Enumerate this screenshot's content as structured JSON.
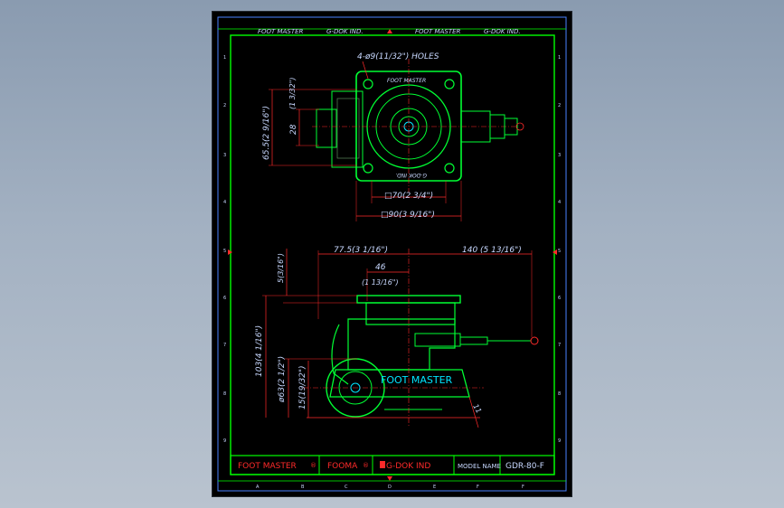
{
  "header": {
    "top_labels": [
      "FOOT MASTER",
      "G-DOK IND.",
      "FOOT MASTER",
      "G-DOK IND."
    ]
  },
  "zone_letters": [
    "A",
    "B",
    "C",
    "D",
    "E",
    "F"
  ],
  "zone_numbers": [
    "1",
    "2",
    "3",
    "4",
    "5",
    "6",
    "7",
    "8",
    "9"
  ],
  "top_view": {
    "holes_label": "4-ø9(11/32\") HOLES",
    "plate_top_text": "FOOT MASTER",
    "plate_bottom_text": "G-DOK IND.",
    "dim_height_total": "65.5(2 9/16\")",
    "dim_height_inner": "28",
    "dim_height_inner_in": "(1 3/32\")",
    "dim_square_inner": "□70(2 3/4\")",
    "dim_square_outer": "□90(3 9/16\")"
  },
  "side_view": {
    "dim_left_width": "77.5(3 1/16\")",
    "dim_right_width": "140 (5 13/16\")",
    "dim_center": "46",
    "dim_center_in": "(1 13/16\")",
    "dim_plate": "5(3/16\")",
    "dim_height": "103(4 1/16\")",
    "dim_wheel": "ø63(2 1/2\")",
    "dim_clearance": "15(19/32\")",
    "dim_angle": "11",
    "body_label": "FOOT MASTER"
  },
  "title_block": {
    "brand1": "FOOT MASTER",
    "brand2": "FOOMA",
    "brand3": "G-DOK IND",
    "model_label": "MODEL NAME",
    "model_value": "GDR-80-F"
  },
  "colors": {
    "border": "#00ff00",
    "dimension": "#ff2a2a",
    "outline": "#00ff33",
    "text": "#c8d8ff",
    "accent": "#00e5ff"
  }
}
